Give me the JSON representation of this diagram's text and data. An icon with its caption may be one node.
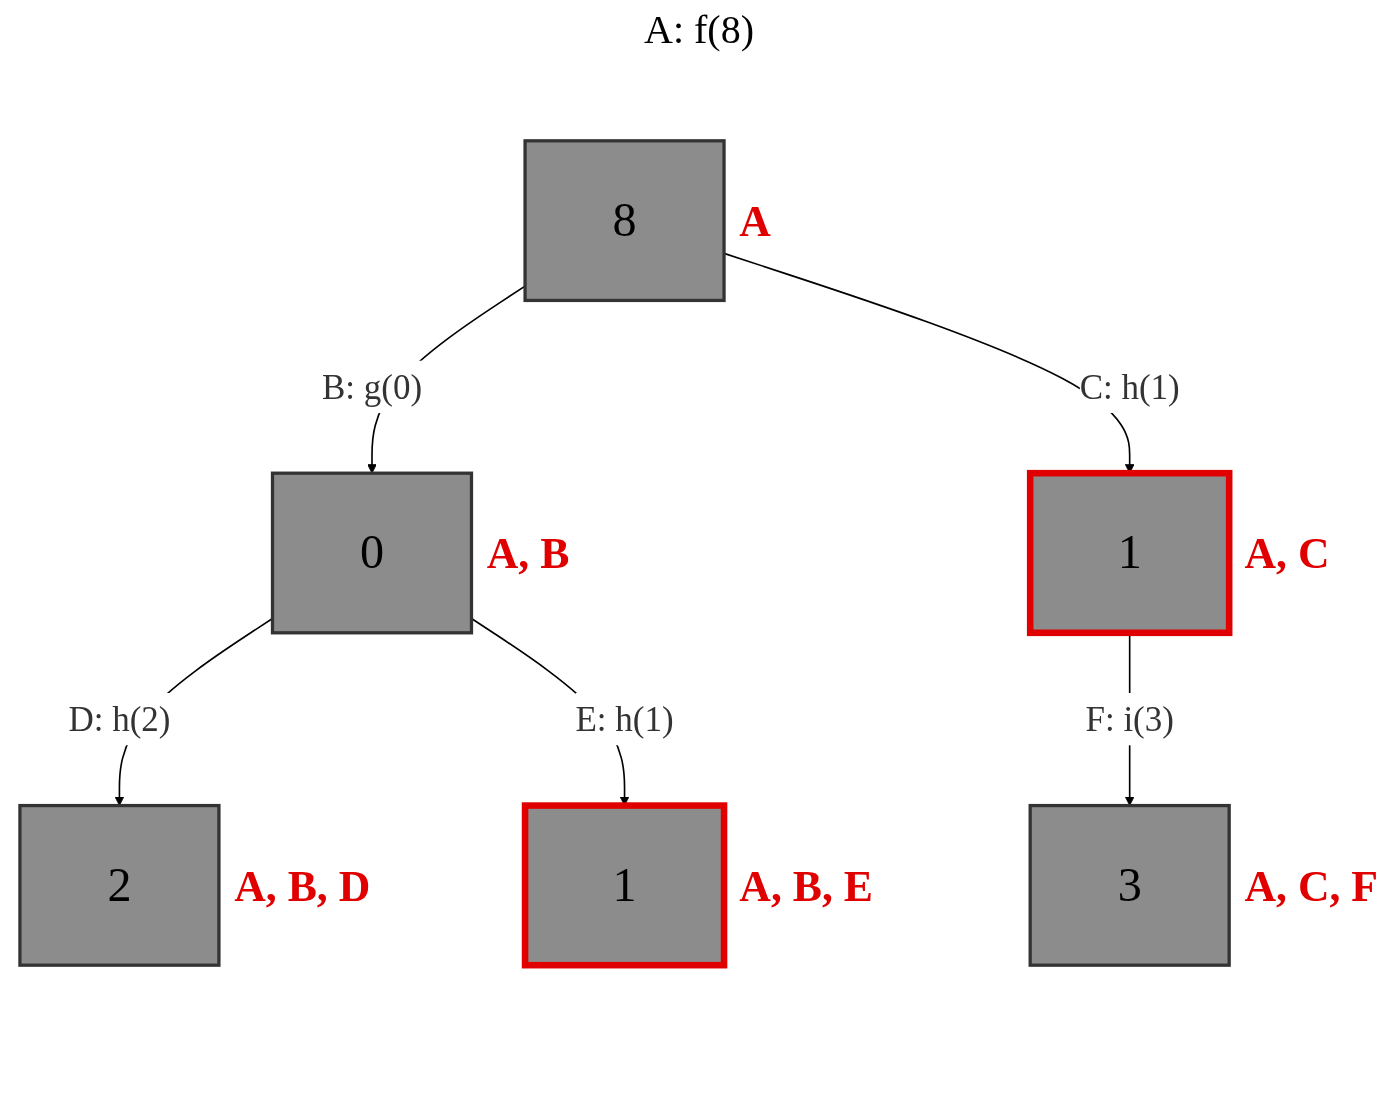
{
  "diagram": {
    "nodes": [
      {
        "text": [
          "8"
        ],
        "beside": [
          "A"
        ]
      },
      {
        "text": [
          "0"
        ],
        "beside": [
          "A, B"
        ]
      },
      {
        "text": [
          "1"
        ],
        "beside": [
          "A, C"
        ]
      },
      {
        "text": [
          "2"
        ],
        "beside": [
          "A, B, D"
        ]
      },
      {
        "text": [
          "1"
        ],
        "beside": [
          "A, B, E"
        ]
      },
      {
        "text": [
          "3"
        ],
        "beside": [
          "A, C, F"
        ]
      }
    ],
    "edges": [
      {
        "from": 0,
        "to": 1,
        "arrow": "to",
        "label": "B: g(0)"
      },
      {
        "from": 0,
        "to": 2,
        "arrow": "to",
        "label": "C: h(1)"
      },
      {
        "from": 1,
        "to": 3,
        "arrow": "to",
        "label": "D: h(2)"
      },
      {
        "from": 1,
        "to": 4,
        "arrow": "to",
        "label": "E: h(1)"
      },
      {
        "from": 2,
        "to": 5,
        "arrow": "to",
        "label": "F: i(3)"
      }
    ],
    "labels": [
      "A: f(8)"
    ]
  }
}
